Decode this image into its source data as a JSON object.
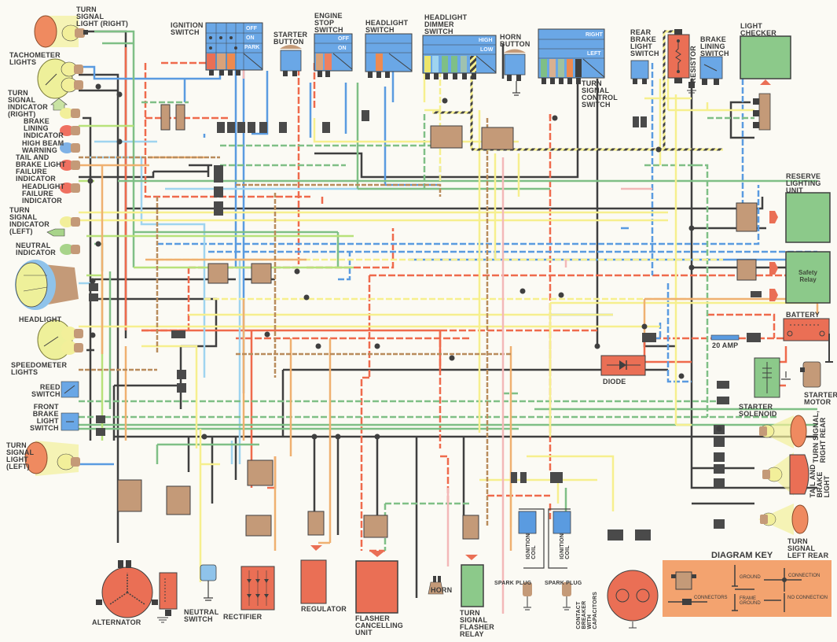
{
  "diagram": {
    "title": "Motorcycle Wiring Diagram",
    "wire_colors": {
      "black": "#3f3f3f",
      "red": "#ef6a4c",
      "blue": "#5a9be0",
      "light_blue": "#9fd4ef",
      "green": "#7fbf86",
      "light_green": "#b8e27a",
      "yellow": "#f6ef8e",
      "orange": "#efb070",
      "brown": "#b98c5c",
      "pink": "#f3b8b8"
    },
    "component_colors": {
      "connector": "#c49a78",
      "switch": "#6aa7e6",
      "red_part": "#ea6f55",
      "green_part": "#8cc98a",
      "bulb_glow": "#f2ef9a",
      "key_bg": "#f3a36f"
    }
  },
  "labels": {
    "turn_signal_light_right": "Turn\nSignal\nLight (Right)",
    "tachometer_lights": "Tachometer\nLights",
    "turn_signal_indicator_right": "Turn\nSignal\nIndicator\n(Right)",
    "brake_lining_indicator": "Brake\nLining\nIndicator",
    "high_beam_warning": "High Beam\nWarning",
    "tail_brake_failure": "Tail and\nBrake Light\nFailure\nIndicator",
    "headlight_failure": "Headlight\nFailure\nIndicator",
    "turn_signal_indicator_left": "Turn\nSignal\nIndicator\n(Left)",
    "neutral_indicator": "Neutral\nIndicator",
    "headlight": "Headlight",
    "speedometer_lights": "Speedometer\nLights",
    "reed_switch": "Reed\nSwitch",
    "front_brake_light_switch": "Front\nBrake\nLight\nSwitch",
    "turn_signal_light_left": "Turn\nSignal\nLight\n(Left)",
    "ignition_switch": "Ignition\nSwitch",
    "starter_button": "Starter\nButton",
    "engine_stop_switch": "Engine\nStop\nSwitch",
    "headlight_switch": "Headlight\nSwitch",
    "headlight_dimmer_switch": "Headlight\nDimmer\nSwitch",
    "horn_button": "Horn\nButton",
    "turn_signal_control_switch": "Turn\nSignal\nControl\nSwitch",
    "rear_brake_light_switch": "Rear\nBrake\nLight\nSwitch",
    "resistor": "Resistor",
    "brake_lining_switch": "Brake\nLining\nSwitch",
    "light_checker": "Light\nChecker",
    "reserve_lighting_unit": "Reserve\nLighting\nUnit",
    "safety_relay": "Safety\nRelay",
    "battery": "Battery",
    "fuse_20amp": "20 Amp",
    "diode": "Diode",
    "starter_solenoid": "Starter\nSolenoid",
    "starter_motor": "Starter\nMotor",
    "turn_signal_right_rear": "Turn Signal,\nRight Rear",
    "tail_and_brake_light": "Tail and\nBrake\nLight",
    "turn_signal_left_rear": "Turn Signal\nLeft Rear",
    "alternator": "Alternator",
    "neutral_switch": "Neutral\nSwitch",
    "rectifier": "Rectifier",
    "regulator": "Regulator",
    "flasher_cancelling_unit": "Flasher\nCancelling\nUnit",
    "horn": "Horn",
    "turn_signal_flasher_relay": "Turn\nSignal\nFlasher\nRelay",
    "spark_plug_1": "Spark Plug",
    "spark_plug_2": "Spark Plug",
    "ignition_coil_1": "Ignition\nCoil",
    "ignition_coil_2": "Ignition\nCoil",
    "contact_breaker": "Contact\nBreaker\nWith\nCapacitors"
  },
  "switch_positions": {
    "ignition": [
      "OFF",
      "ON",
      "PARK"
    ],
    "engine_stop": [
      "OFF",
      "ON"
    ],
    "dimmer": [
      "HIGH",
      "LOW"
    ],
    "turn_signal": [
      "RIGHT",
      "LEFT"
    ]
  },
  "diagram_key": {
    "title": "Diagram Key",
    "connectors": "Connectors",
    "ground": "Ground",
    "frame_ground": "Frame\nGround",
    "connection": "Connection",
    "no_connection": "No Connection"
  }
}
